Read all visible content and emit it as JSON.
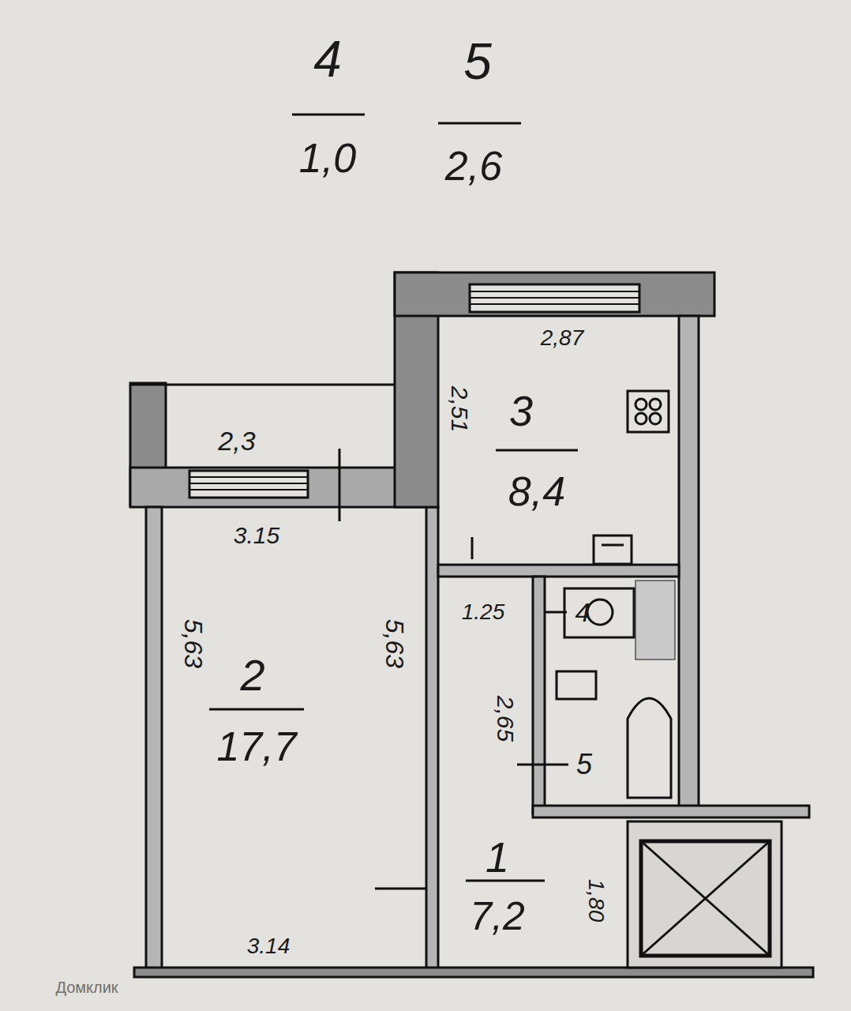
{
  "diagram": {
    "nodes": [
      {
        "text": [
          "2",
          "17,7"
        ]
      },
      {
        "text": [
          "3",
          "8,4"
        ]
      },
      {
        "text": [
          "1",
          "7,2"
        ]
      }
    ],
    "labels": [
      "4",
      "1,0",
      "5",
      "2,6",
      "2,3",
      "3.15",
      "5,63",
      "5,63",
      "2,87",
      "2,51",
      "1.25",
      "2,65",
      "4",
      "5",
      "1,80",
      "3.14",
      "Домклик"
    ]
  }
}
